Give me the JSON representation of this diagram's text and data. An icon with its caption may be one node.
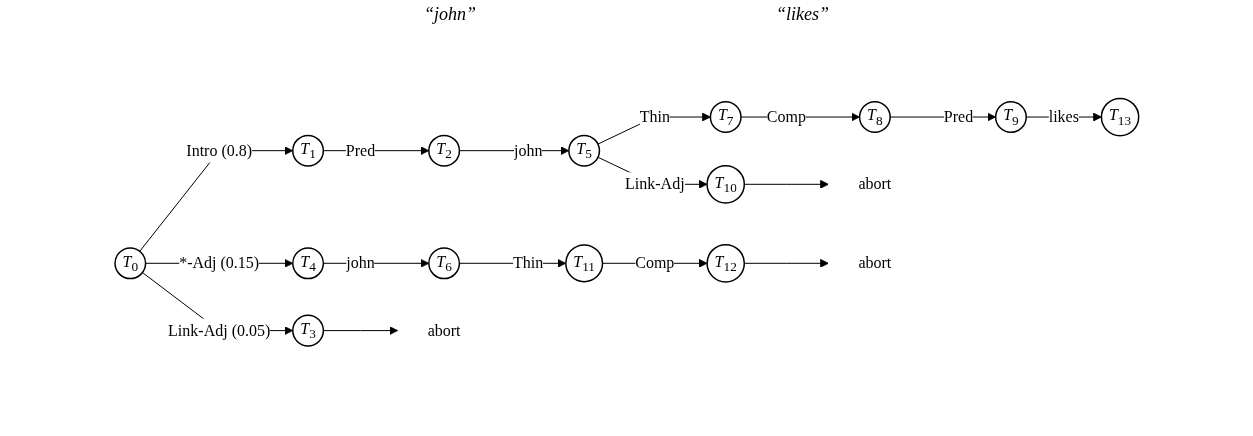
{
  "diagram": {
    "nodes": [
      {
        "text": [
          "T$_{0}$"
        ]
      },
      {
        "text": [
          "T$_{1}$"
        ]
      },
      {
        "text": [
          "T$_{2}$"
        ]
      },
      {
        "text": [
          "T$_{3}$"
        ]
      },
      {
        "text": [
          "T$_{4}$"
        ]
      },
      {
        "text": [
          "T$_{5}$"
        ]
      },
      {
        "text": [
          "T$_{6}$"
        ]
      },
      {
        "text": [
          "T$_{7}$"
        ]
      },
      {
        "text": [
          "T$_{8}$"
        ]
      },
      {
        "text": [
          "T$_{9}$"
        ]
      },
      {
        "text": [
          "T$_{10}$"
        ]
      },
      {
        "text": [
          "T$_{11}$"
        ]
      },
      {
        "text": [
          "T$_{12}$"
        ]
      },
      {
        "text": [
          "T$_{13}$"
        ]
      },
      {
        "text": [
          "abort"
        ]
      },
      {
        "text": [
          "abort"
        ]
      },
      {
        "text": [
          "abort"
        ]
      }
    ],
    "edges": [
      {
        "from": 0,
        "to": 1,
        "arrow": "to",
        "label": "Intro (0.8)"
      },
      {
        "from": 0,
        "to": 3,
        "arrow": "to",
        "label": "Link-Adj (0.05)"
      },
      {
        "from": 0,
        "to": 4,
        "arrow": "to",
        "label": "*-Adj (0.15)"
      },
      {
        "from": 1,
        "to": 2,
        "arrow": "to",
        "label": "Pred"
      },
      {
        "from": 2,
        "to": 5,
        "arrow": "to",
        "label": "john"
      },
      {
        "from": 5,
        "to": 7,
        "arrow": "to",
        "label": "Thin"
      },
      {
        "from": 7,
        "to": 8,
        "arrow": "to",
        "label": "Comp"
      },
      {
        "from": 8,
        "to": 9,
        "arrow": "to",
        "label": "Pred"
      },
      {
        "from": 9,
        "to": 13,
        "arrow": "to",
        "label": "likes"
      },
      {
        "from": 5,
        "to": 10,
        "arrow": "to",
        "label": "Link-Adj"
      },
      {
        "from": 3,
        "to": 14,
        "arrow": "to"
      },
      {
        "from": 10,
        "to": 15,
        "arrow": "to"
      },
      {
        "from": 4,
        "to": 6,
        "arrow": "to",
        "label": "john"
      },
      {
        "from": 6,
        "to": 11,
        "arrow": "to",
        "label": "Thin"
      },
      {
        "from": 11,
        "to": 12,
        "arrow": "to",
        "label": "Comp"
      },
      {
        "from": 12,
        "to": 16,
        "arrow": "to"
      }
    ],
    "labels": [
      "“john”",
      "“likes”"
    ]
  }
}
